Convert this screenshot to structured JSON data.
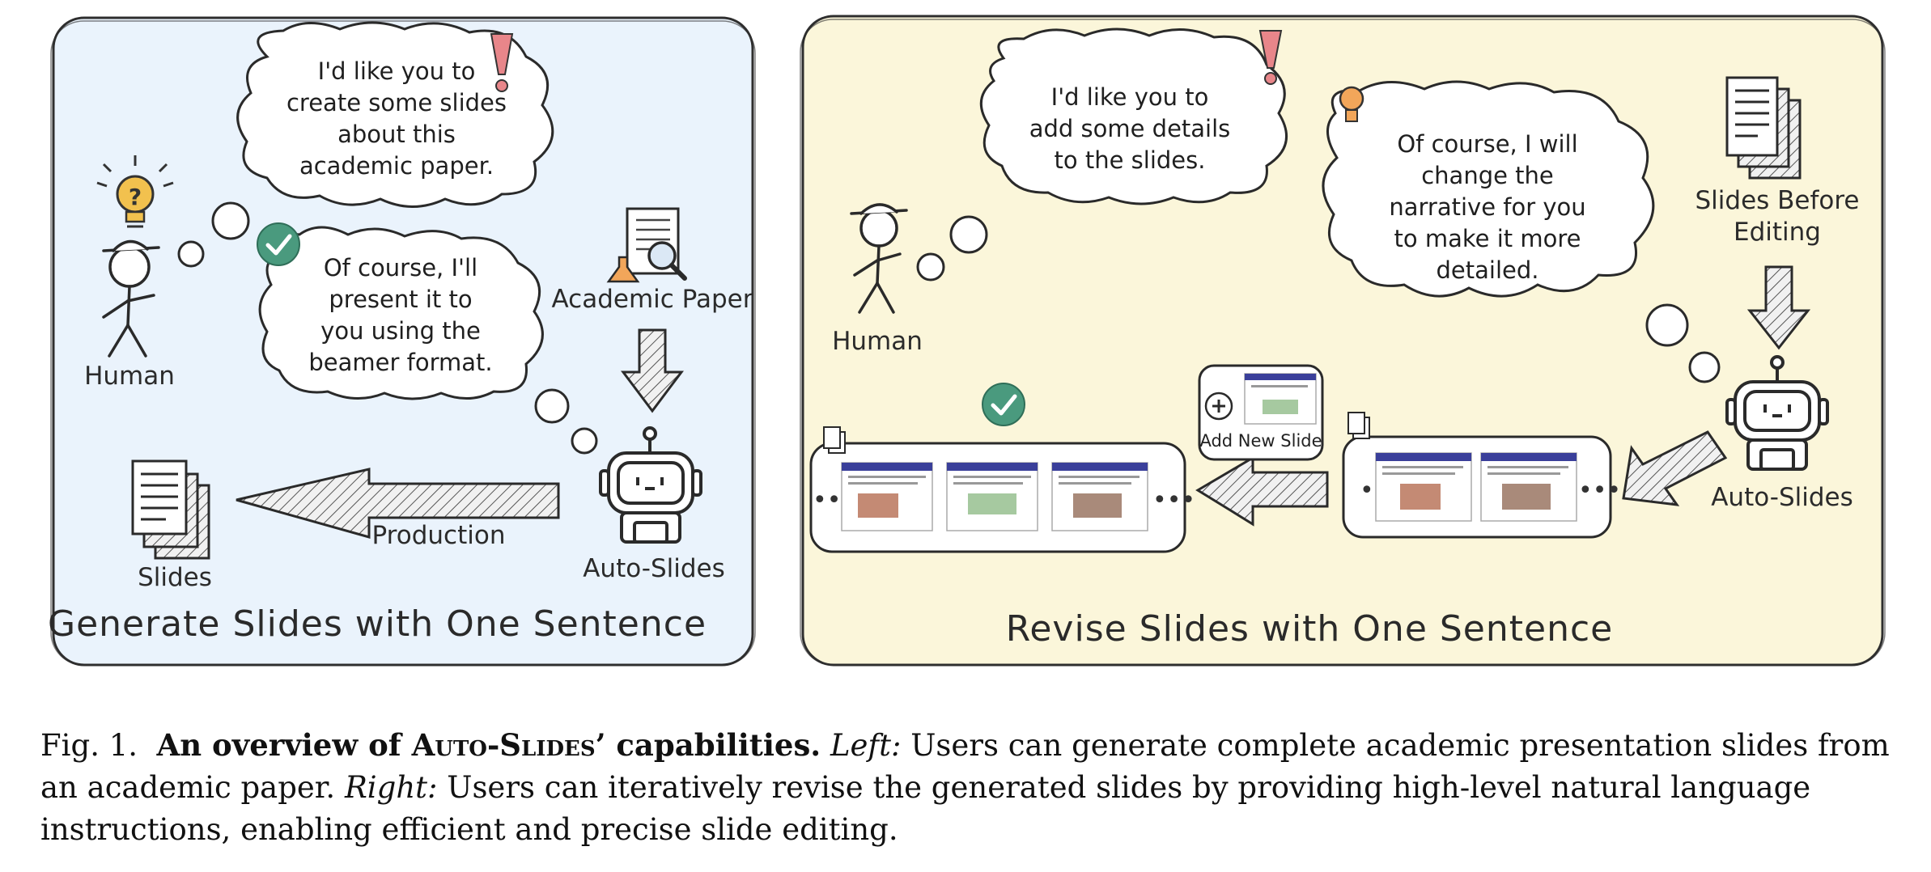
{
  "left_panel": {
    "title": "Generate Slides with One Sentence",
    "human_label": "Human",
    "paper_label": "Academic Paper",
    "agent_label": "Auto-Slides",
    "slides_label": "Slides",
    "arrow_label": "Production",
    "request_lines": [
      "I'd like you to",
      "create some slides",
      "about this",
      "academic paper."
    ],
    "reply_lines": [
      "Of course, I'll",
      "present it to",
      "you using the",
      "beamer format."
    ],
    "background": "#eaf3fc"
  },
  "right_panel": {
    "title": "Revise Slides with One Sentence",
    "human_label": "Human",
    "before_label_lines": [
      "Slides Before",
      "Editing"
    ],
    "agent_label": "Auto-Slides",
    "add_slide_label": "Add New Slide",
    "request_lines": [
      "I'd like you to",
      "add some details",
      "to the slides."
    ],
    "reply_lines": [
      "Of course, I will",
      "change the",
      "narrative for you",
      "to make it more",
      "detailed."
    ],
    "background": "#fbf6da"
  },
  "colors": {
    "check_badge": "#4a9a7e",
    "alert_mark": "#e8868a",
    "bulb": "#f2c14e",
    "slide_header": "#3a3f9a"
  },
  "icons": [
    "lightbulb-icon",
    "checkmark-icon",
    "exclamation-icon",
    "paper-magnifier-icon",
    "robot-icon",
    "slides-stack-icon",
    "add-icon"
  ],
  "caption": {
    "fig_label": "Fig. 1.",
    "bold_prefix": "An overview of ",
    "bold_name": "Auto-Slides",
    "bold_suffix": "’ capabilities.",
    "left_tag": "Left:",
    "left_text": " Users can generate complete academic presentation slides from an academic paper. ",
    "right_tag": "Right:",
    "right_text": " Users can iteratively revise the generated slides by providing high-level natural language instructions, enabling efficient and precise slide editing."
  }
}
